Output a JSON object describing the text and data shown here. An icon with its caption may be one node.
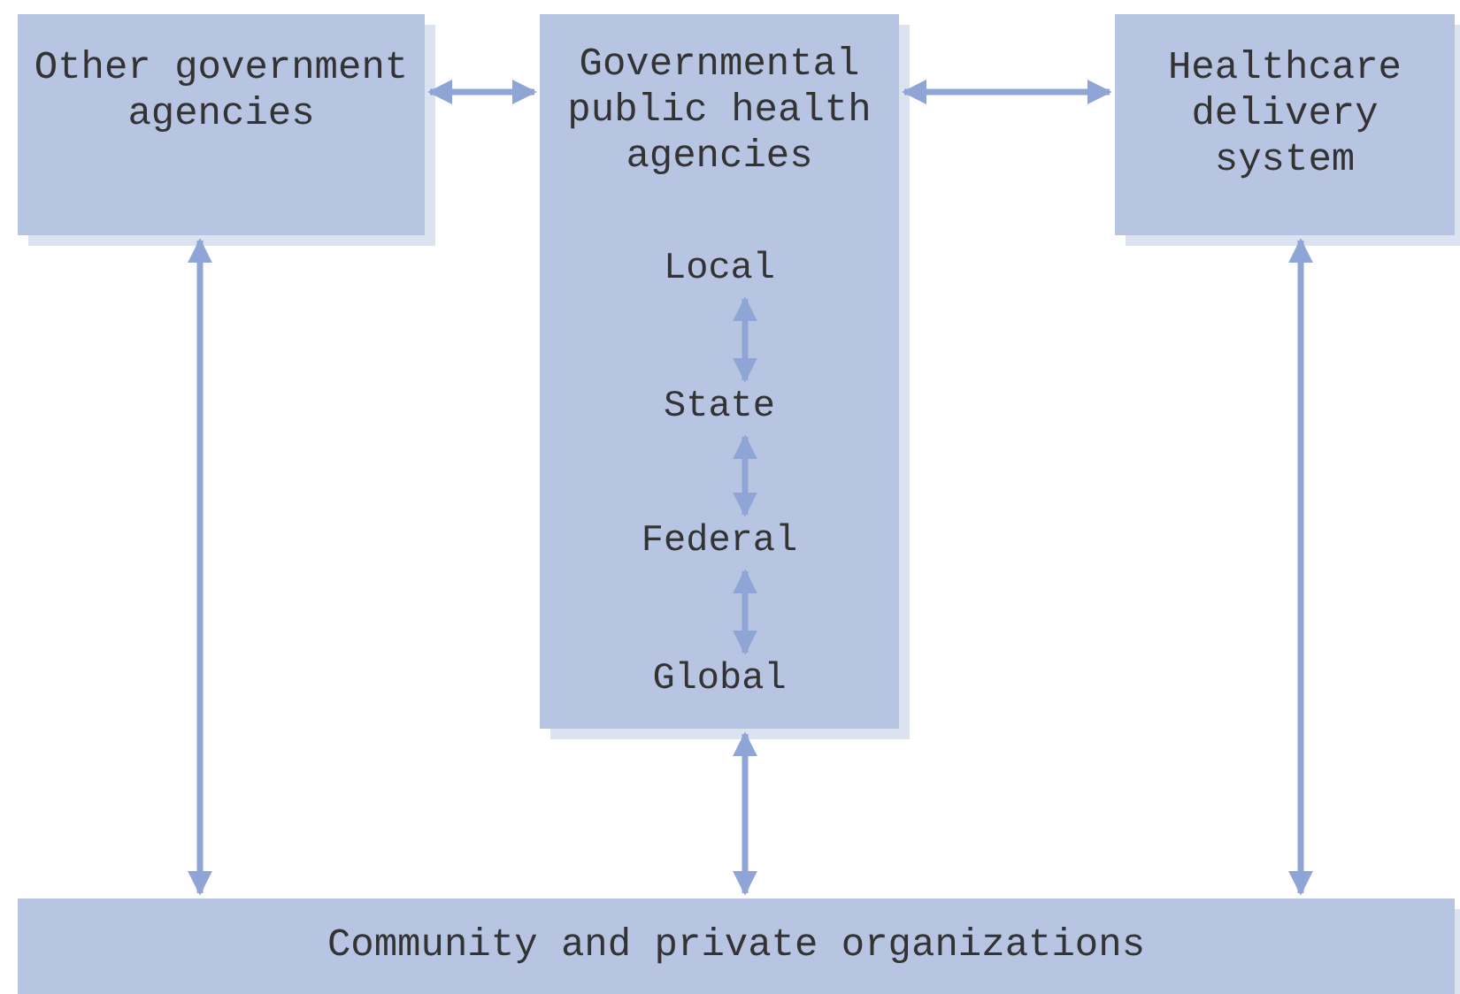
{
  "diagram": {
    "nodes": [
      {
        "text": [
          "Other government agencies"
        ]
      },
      {
        "text": [
          "Governmental public health agencies"
        ]
      },
      {
        "text": [
          "Local"
        ],
        "in": 1
      },
      {
        "text": [
          "State"
        ],
        "in": 1
      },
      {
        "text": [
          "Federal"
        ],
        "in": 1
      },
      {
        "text": [
          "Global"
        ],
        "in": 1
      },
      {
        "text": [
          "Healthcare delivery system"
        ]
      },
      {
        "text": [
          "Community and private organizations"
        ]
      }
    ],
    "edges": [
      {
        "from": 0,
        "to": 1,
        "arrow": "both"
      },
      {
        "from": 1,
        "to": 6,
        "arrow": "both"
      },
      {
        "from": 2,
        "to": 3,
        "arrow": "both"
      },
      {
        "from": 3,
        "to": 4,
        "arrow": "both"
      },
      {
        "from": 4,
        "to": 5,
        "arrow": "both"
      },
      {
        "from": 0,
        "to": 7,
        "arrow": "both"
      },
      {
        "from": 1,
        "to": 7,
        "arrow": "both"
      },
      {
        "from": 6,
        "to": 7,
        "arrow": "both"
      }
    ]
  }
}
